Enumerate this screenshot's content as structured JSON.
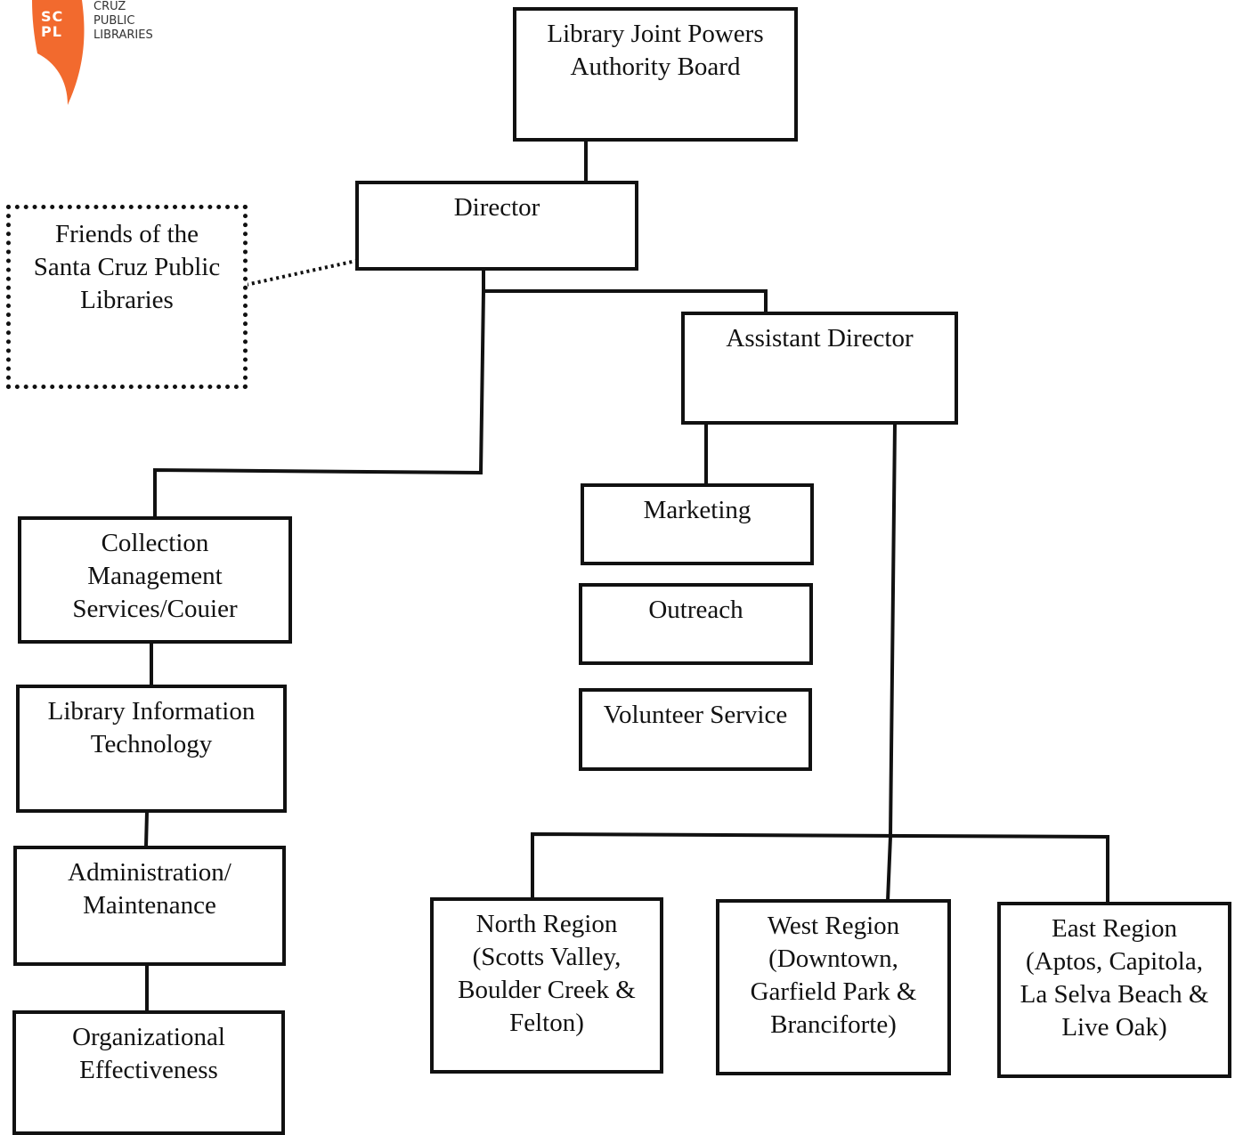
{
  "logo": {
    "letters": [
      "SC",
      "PL"
    ],
    "words": [
      "CRUZ",
      "PUBLIC",
      "LIBRARIES"
    ],
    "color": "#f26a2e"
  },
  "nodes": {
    "board": [
      "Library Joint Powers",
      "Authority Board"
    ],
    "director": [
      "Director"
    ],
    "friends": [
      "Friends of the",
      "Santa Cruz Public",
      "Libraries"
    ],
    "assistant_director": [
      "Assistant Director"
    ],
    "marketing": [
      "Marketing"
    ],
    "outreach": [
      "Outreach"
    ],
    "volunteer": [
      "Volunteer Service"
    ],
    "collection": [
      "Collection",
      "Management",
      "Services/Couier"
    ],
    "lit": [
      "Library Information",
      "Technology"
    ],
    "admin": [
      "Administration/",
      "Maintenance"
    ],
    "org_eff": [
      "Organizational",
      "Effectiveness"
    ],
    "north": [
      "North Region",
      "(Scotts Valley,",
      "Boulder Creek &",
      "Felton)"
    ],
    "west": [
      "West Region",
      "(Downtown,",
      "Garfield Park &",
      "Branciforte)"
    ],
    "east": [
      "East Region",
      "(Aptos, Capitola,",
      "La Selva Beach &",
      "Live Oak)"
    ]
  }
}
